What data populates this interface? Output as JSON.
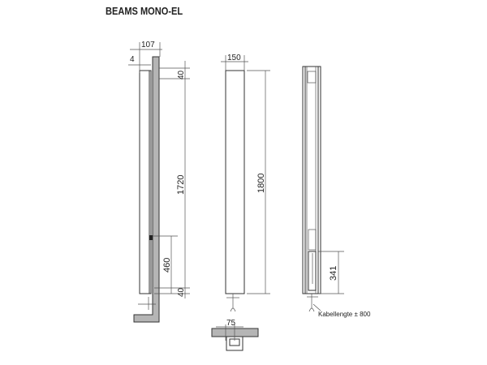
{
  "title": "BEAMS MONO-EL",
  "side_view": {
    "width_label": "107",
    "offset_label": "4",
    "top_margin_label": "40",
    "height_label": "1720",
    "connection_label": "460",
    "bottom_margin_label": "40"
  },
  "front_view": {
    "width_label": "150",
    "height_label": "1800"
  },
  "top_view": {
    "mount_label": "75"
  },
  "back_view": {
    "connection_label": "341",
    "cable_label": "Kabellengte ± 800"
  },
  "colors": {
    "line": "#333333",
    "fill": "#b5b5b5"
  }
}
